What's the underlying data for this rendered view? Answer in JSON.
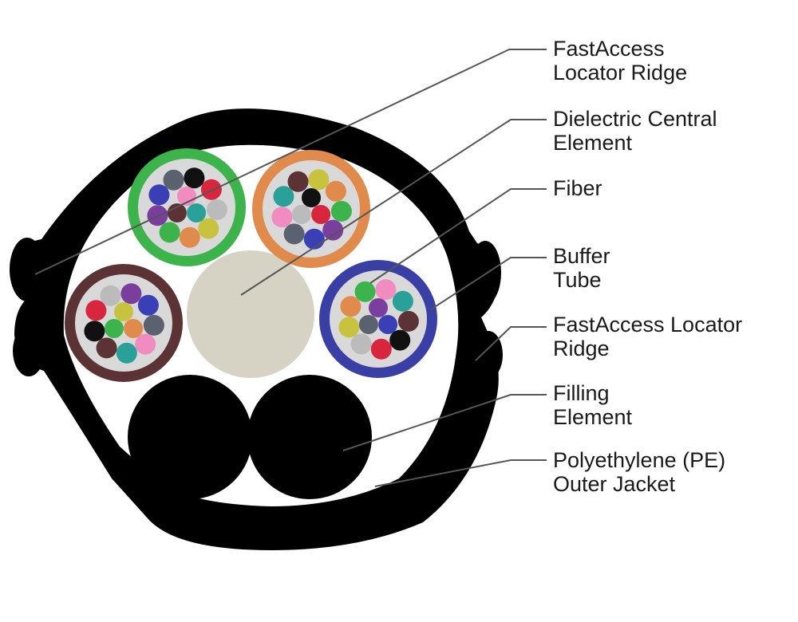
{
  "labels": {
    "locator_ridge_top": [
      "FastAccess",
      "Locator Ridge"
    ],
    "central_element": [
      "Dielectric Central",
      "Element"
    ],
    "fiber": [
      "Fiber"
    ],
    "buffer_tube": [
      "Buffer",
      "Tube"
    ],
    "locator_ridge_side": [
      "FastAccess Locator",
      "Ridge"
    ],
    "filling_element": [
      "Filling",
      "Element"
    ],
    "outer_jacket": [
      "Polyethylene (PE)",
      "Outer Jacket"
    ]
  },
  "colors": {
    "jacket": "#000000",
    "cable_interior": "#ffffff",
    "central_element": "#d6d3c4",
    "gel": "#d9d9d9",
    "leader_line": "#555555",
    "tube_green": "#3cb44b",
    "tube_orange": "#e08a4c",
    "tube_brown": "#5c3335",
    "tube_blue": "#3a3fa6",
    "fiber_palette": [
      "#111111",
      "#d7263d",
      "#bbbbbb",
      "#c8c33f",
      "#e08a4c",
      "#3cb44b",
      "#7a3e9d",
      "#3b3fb6",
      "#5a6270",
      "#f08cc0",
      "#2aa198",
      "#5c3335"
    ]
  }
}
